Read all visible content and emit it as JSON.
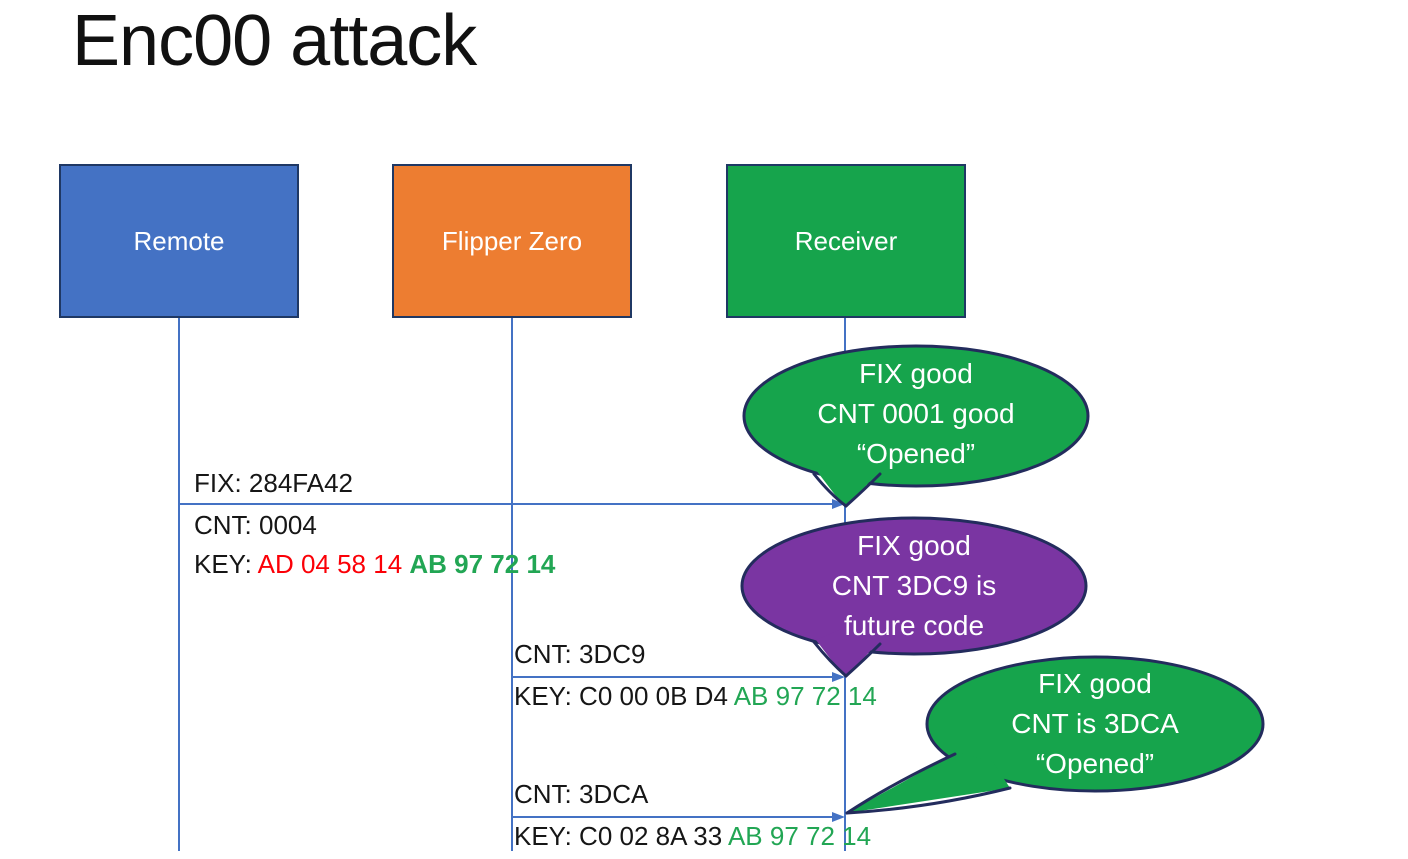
{
  "title": "Enc00 attack",
  "actors": [
    {
      "label": "Remote",
      "fill": "#4472C4"
    },
    {
      "label": "Flipper Zero",
      "fill": "#ED7D31"
    },
    {
      "label": "Receiver",
      "fill": "#16A44C"
    }
  ],
  "messages": [
    {
      "fix": "FIX: 284FA42",
      "cnt": "CNT: 0004",
      "key_prefix": "KEY: ",
      "key_red": "AD 04 58 14 ",
      "key_green": "AB 97 72 14"
    },
    {
      "cnt": "CNT: 3DC9",
      "key_prefix": "KEY: ",
      "key_black": "C0 00 0B D4 ",
      "key_green": "AB 97 72 14"
    },
    {
      "cnt": "CNT: 3DCA",
      "key_prefix": "KEY: ",
      "key_black": "C0 02 8A 33 ",
      "key_green": "AB 97 72 14"
    }
  ],
  "callouts": [
    {
      "fill": "#16A44C",
      "line1": "FIX good",
      "line2": "CNT 0001 good",
      "line3": "“Opened”"
    },
    {
      "fill": "#7A35A2",
      "line1": "FIX good",
      "line2": "CNT 3DC9 is",
      "line3": "future code"
    },
    {
      "fill": "#16A44C",
      "line1": "FIX good",
      "line2": "CNT is 3DCA",
      "line3": "“Opened”"
    }
  ],
  "colors": {
    "arrow_blue": "#4472C4",
    "box_border_navy": "#1F3864",
    "bubble_border_navy": "#232C5D",
    "text_red": "#FB0007",
    "text_green": "#22A654",
    "text_black": "#161616"
  }
}
